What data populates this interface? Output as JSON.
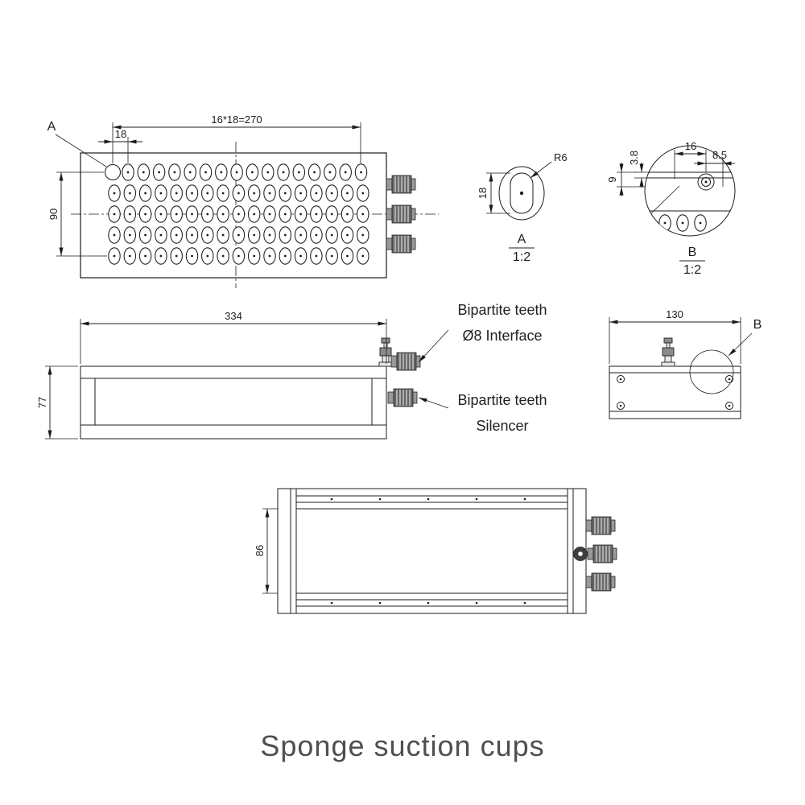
{
  "title": "Sponge suction cups",
  "top_view": {
    "dim_total": "16*18=270",
    "dim_pitch": "18",
    "dim_height": "90",
    "detail_ref": "A"
  },
  "detail_a": {
    "radius": "R6",
    "dim_height": "18",
    "label": "A",
    "scale": "1:2"
  },
  "detail_b": {
    "dim_16": "16",
    "dim_8_5": "8.5",
    "dim_3_8": "3.8",
    "dim_9": "9",
    "label": "B",
    "scale": "1:2"
  },
  "front_view": {
    "dim_width": "334",
    "dim_height": "77",
    "callout_interface": {
      "line1": "Bipartite teeth",
      "line2": "Ø8 Interface"
    },
    "callout_silencer": {
      "line1": "Bipartite teeth",
      "line2": "Silencer"
    }
  },
  "side_view": {
    "dim_width": "130",
    "detail_ref": "B"
  },
  "bottom_view": {
    "dim_height": "86"
  }
}
